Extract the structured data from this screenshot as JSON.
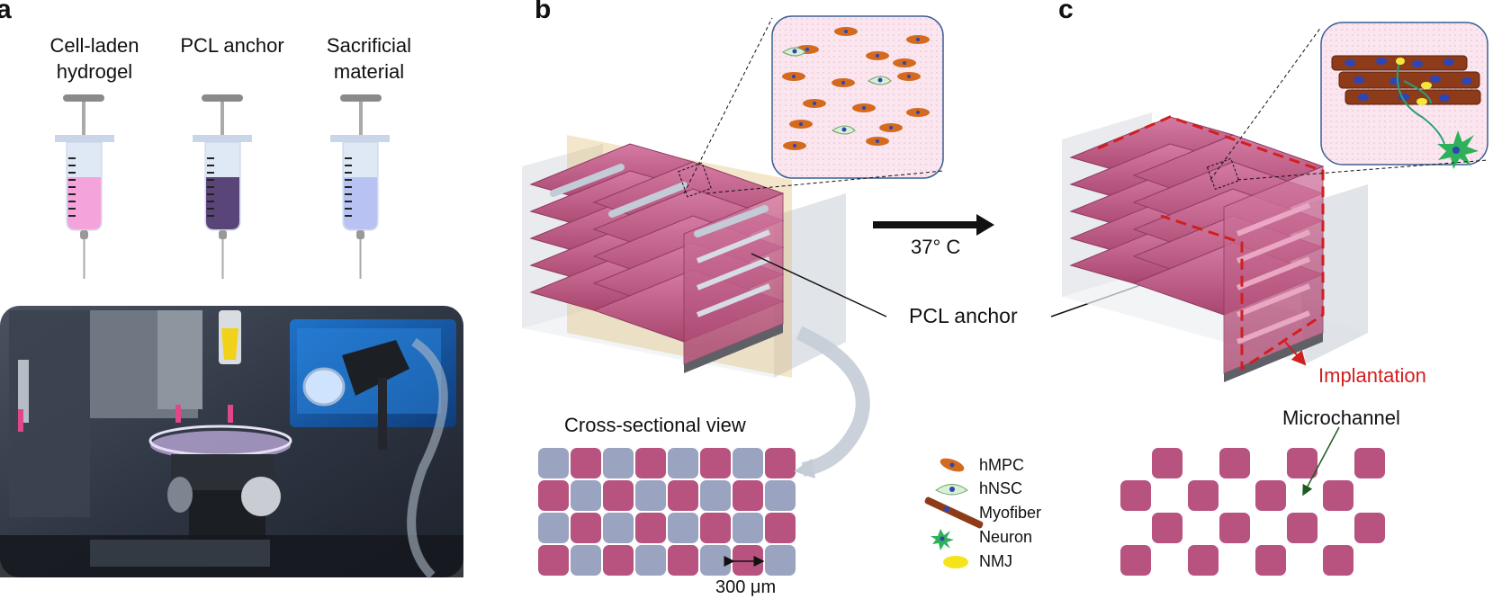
{
  "panels": {
    "a": {
      "letter": "a",
      "syringes": [
        {
          "label_line1": "Cell-laden",
          "label_line2": "hydrogel",
          "fill": "#f5a3db"
        },
        {
          "label_line1": "PCL anchor",
          "label_line2": "",
          "fill": "#5a4578"
        },
        {
          "label_line1": "Sacrificial",
          "label_line2": "material",
          "fill": "#b9c3f3"
        }
      ]
    },
    "b": {
      "letter": "b",
      "cross_section_title": "Cross-sectional view",
      "scale_label": "300 μm"
    },
    "c": {
      "letter": "c",
      "implantation_label": "Implantation",
      "microchannel_label": "Microchannel"
    }
  },
  "arrow_label": "37° C",
  "pcl_anchor_label": "PCL anchor",
  "legend": [
    {
      "label": "hMPC",
      "icon": "hmpc-icon"
    },
    {
      "label": "hNSC",
      "icon": "hnsc-icon"
    },
    {
      "label": "Myofiber",
      "icon": "myofiber-icon"
    },
    {
      "label": "Neuron",
      "icon": "neuron-icon"
    },
    {
      "label": "NMJ",
      "icon": "nmj-icon"
    }
  ],
  "colors": {
    "pcl_pink": "#b8527f",
    "hydrogel_blue": "#9aa3bf",
    "implant_red": "#d11f1f",
    "inset_bg": "#fbe6ef"
  }
}
